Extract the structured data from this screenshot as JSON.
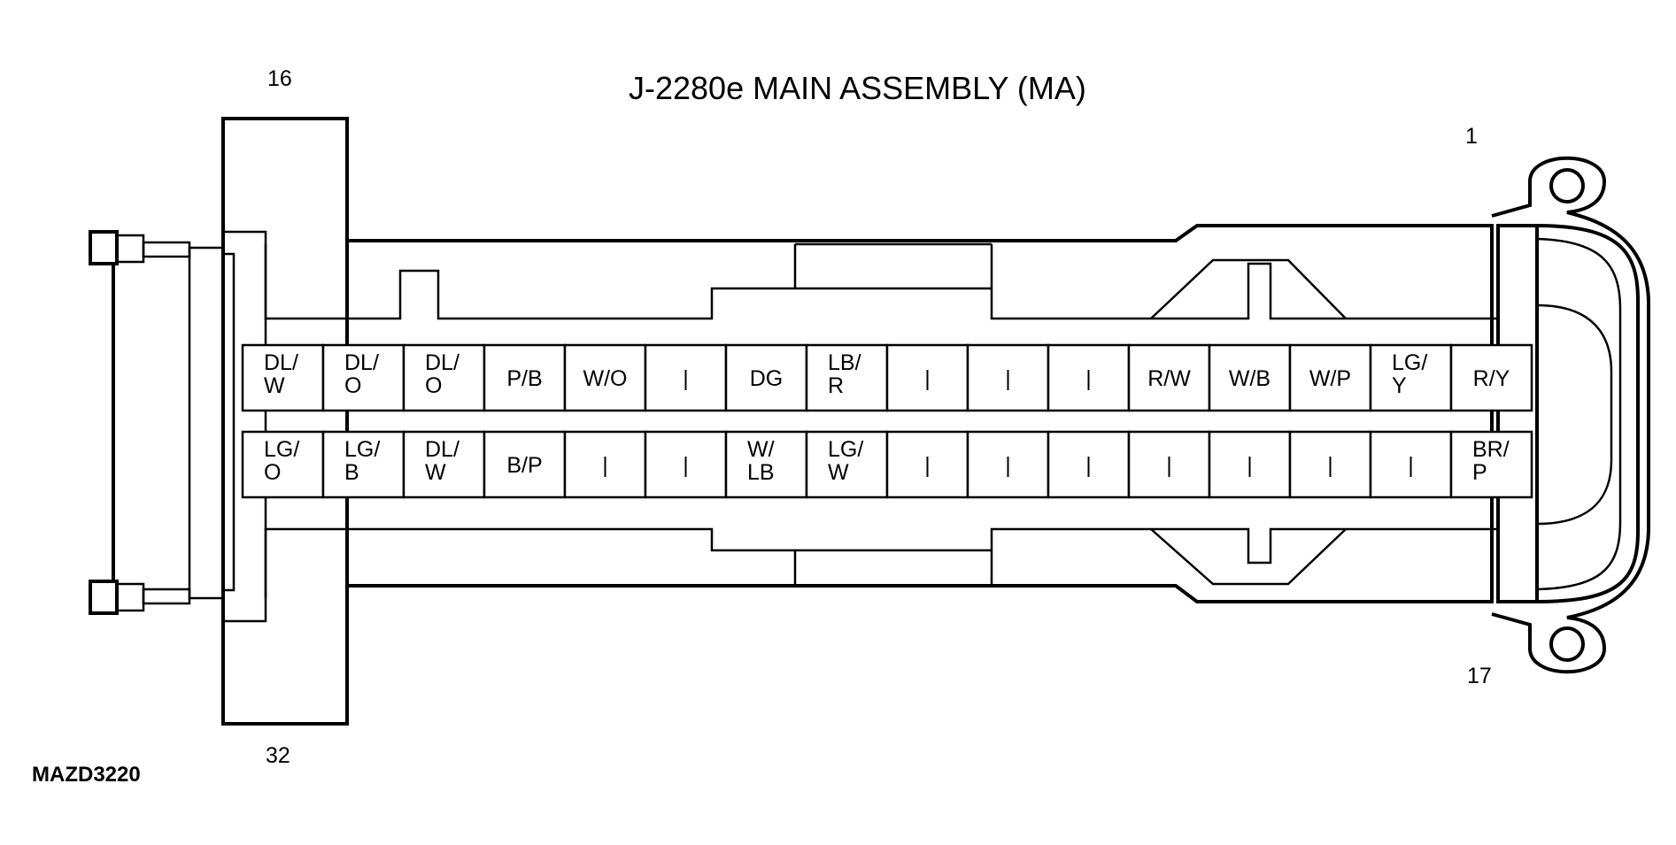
{
  "title": "J-2280e MAIN ASSEMBLY (MA)",
  "figure_id": "MAZD3220",
  "pin_labels": {
    "top_left": "16",
    "top_right": "1",
    "bottom_left": "32",
    "bottom_right": "17"
  },
  "rows": {
    "top": [
      [
        "DL/",
        "W"
      ],
      [
        "DL/",
        "O"
      ],
      [
        "DL/",
        "O"
      ],
      [
        "P/B"
      ],
      [
        "W/O"
      ],
      [
        "|"
      ],
      [
        "DG"
      ],
      [
        "LB/",
        "R"
      ],
      [
        "|"
      ],
      [
        "|"
      ],
      [
        "|"
      ],
      [
        "R/W"
      ],
      [
        "W/B"
      ],
      [
        "W/P"
      ],
      [
        "LG/",
        "Y"
      ],
      [
        "R/Y"
      ]
    ],
    "bottom": [
      [
        "LG/",
        "O"
      ],
      [
        "LG/",
        "B"
      ],
      [
        "DL/",
        "W"
      ],
      [
        "B/P"
      ],
      [
        "|"
      ],
      [
        "|"
      ],
      [
        "W/",
        "LB"
      ],
      [
        "LG/",
        "W"
      ],
      [
        "|"
      ],
      [
        "|"
      ],
      [
        "|"
      ],
      [
        "|"
      ],
      [
        "|"
      ],
      [
        "|"
      ],
      [
        "|"
      ],
      [
        "BR/",
        "P"
      ]
    ]
  }
}
